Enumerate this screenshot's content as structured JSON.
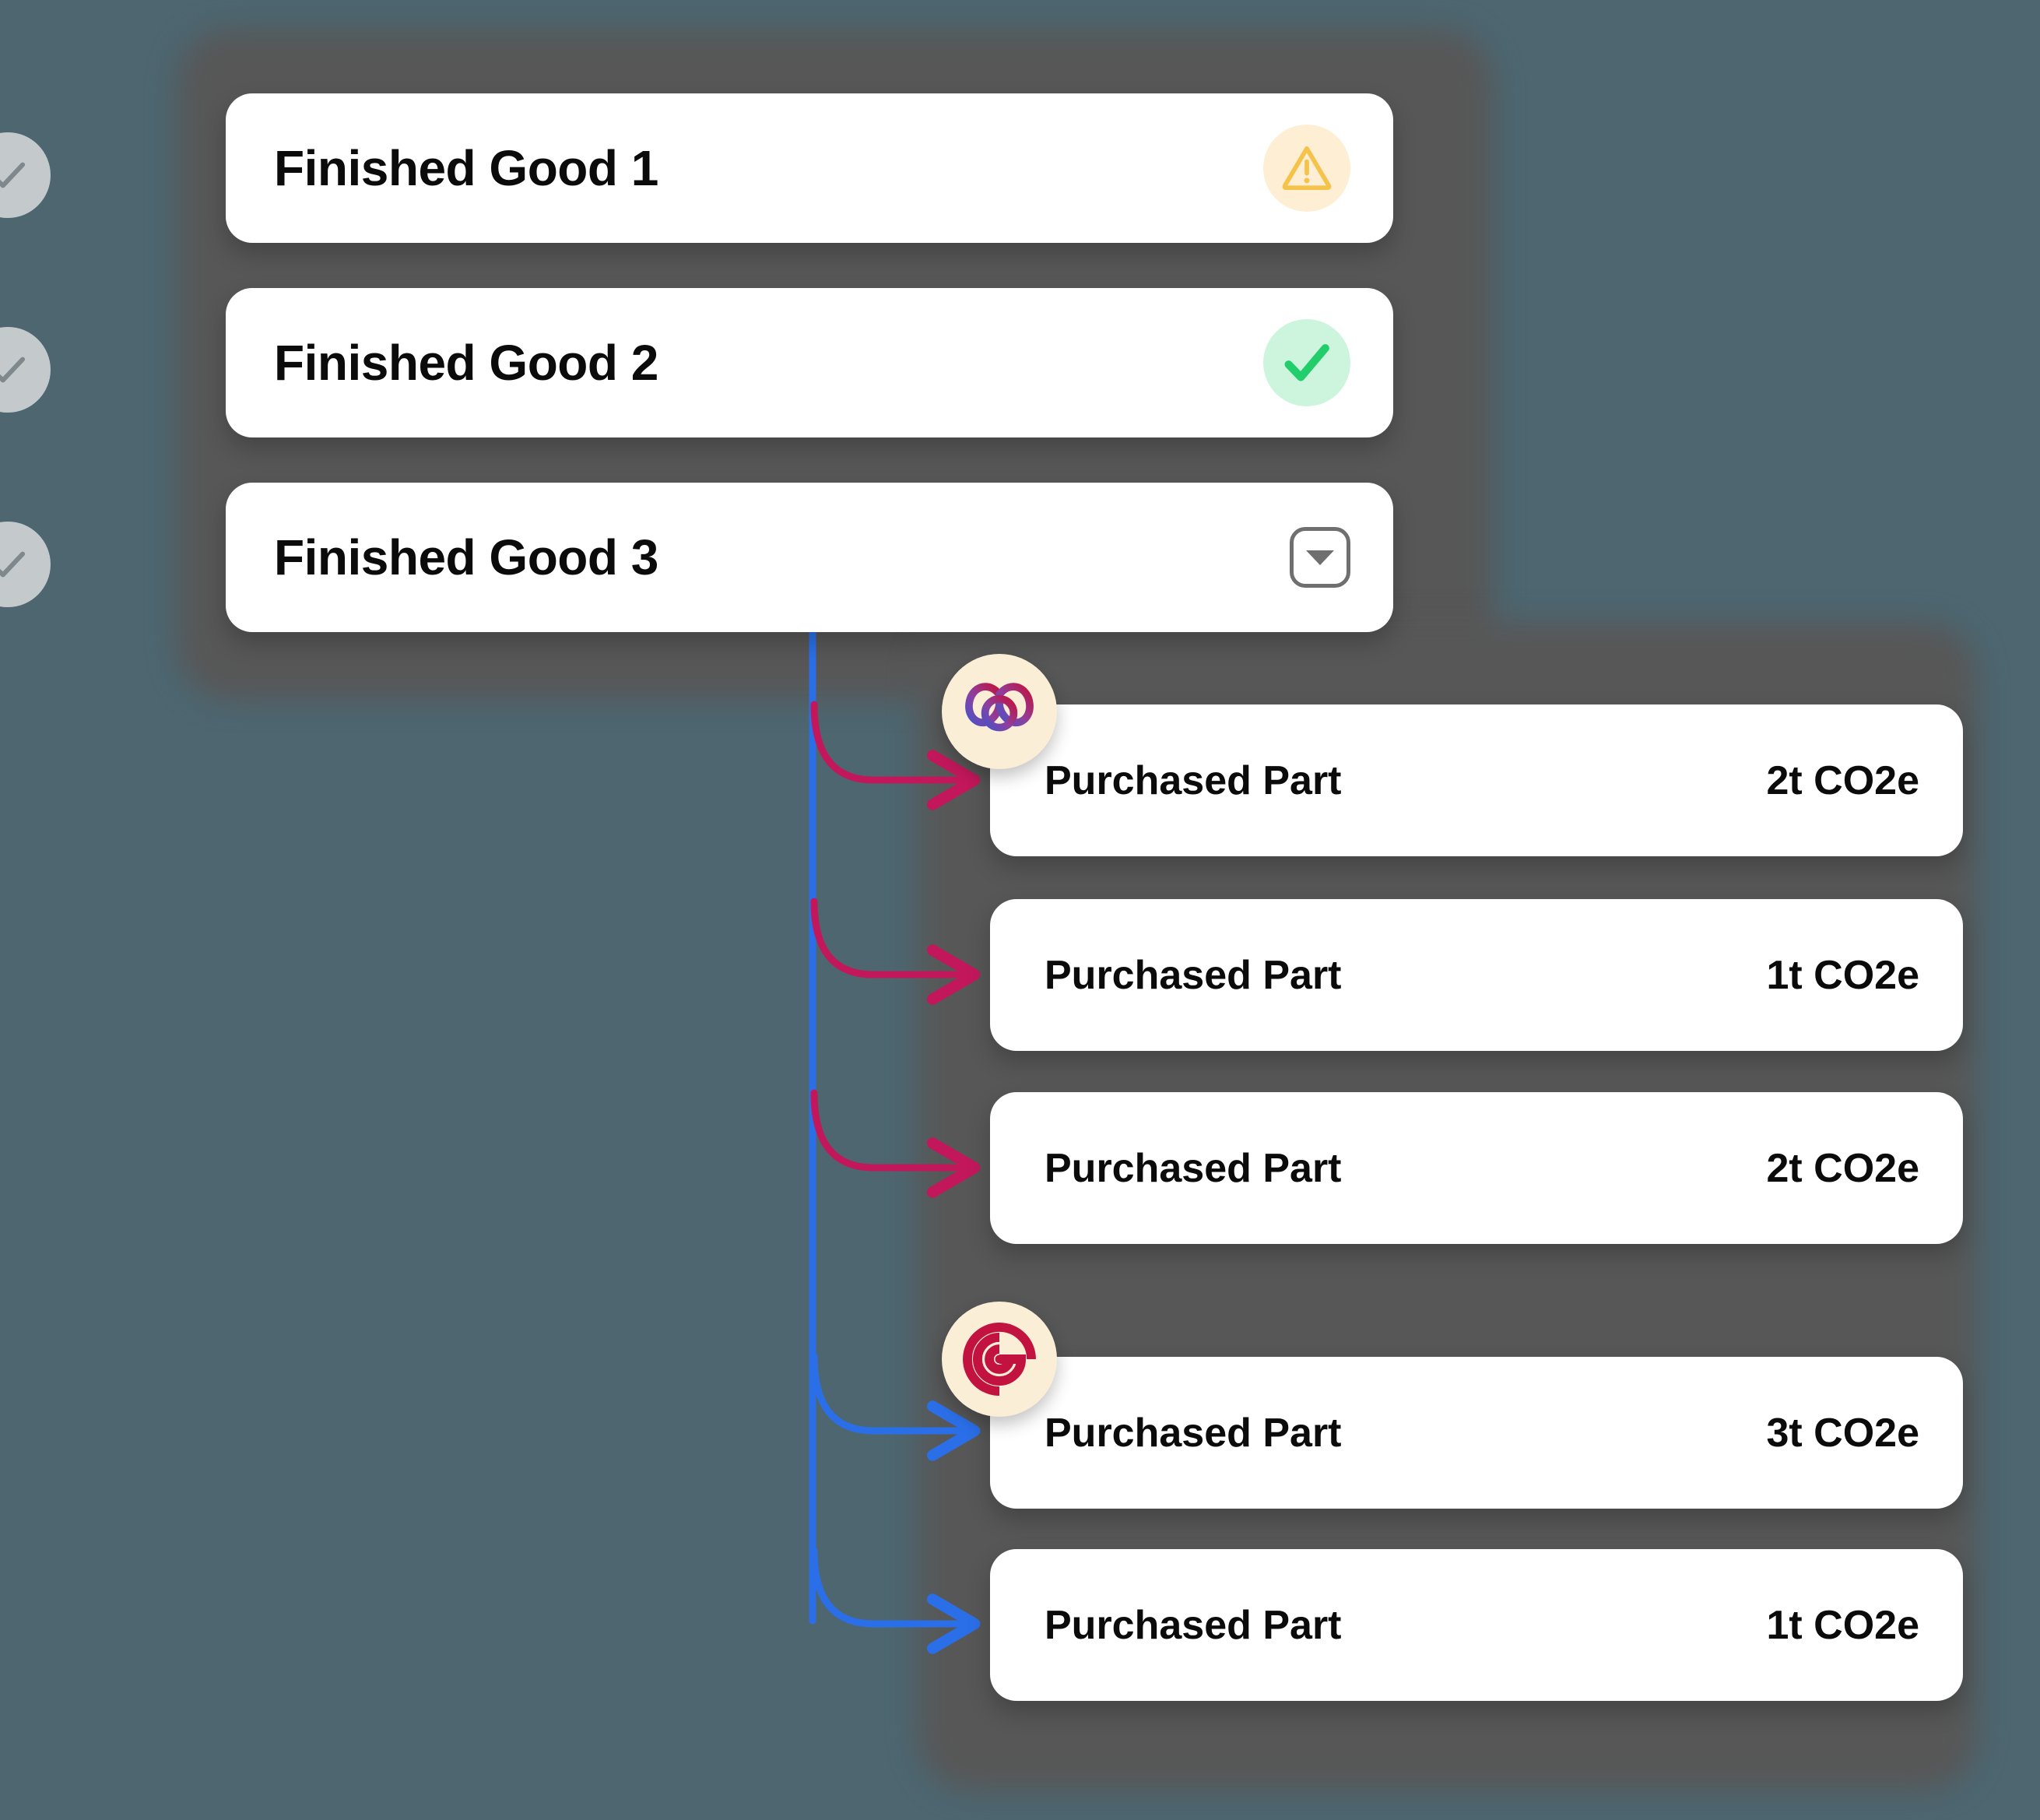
{
  "theme": {
    "background": "#4d6670",
    "panel": "#575757",
    "card": "#ffffff",
    "text": "#0b0b0b",
    "warning_fg": "#f5c24a",
    "warning_bg": "#fdeed4",
    "success_fg": "#21ce6b",
    "success_bg": "#cdf4dd",
    "connector_pink": "#c2185b",
    "connector_blue": "#2b6fe8",
    "rail_gray": "#c4cacc",
    "chip_bg": "#fbeed7",
    "logo_crimson": "#c2123f",
    "logo_purple": "#6a4bc4"
  },
  "progress_rail": {
    "nodes": [
      {
        "icon": "check-icon",
        "state": "complete"
      },
      {
        "icon": "check-icon",
        "state": "complete"
      },
      {
        "icon": "check-icon",
        "state": "complete"
      }
    ]
  },
  "finished_goods": {
    "items": [
      {
        "label": "Finished Good 1",
        "status_icon": "warning-triangle-icon",
        "status": "warning"
      },
      {
        "label": "Finished Good 2",
        "status_icon": "check-icon",
        "status": "success"
      },
      {
        "label": "Finished Good 3",
        "status_icon": "chevron-down-icon",
        "status": "expandable"
      }
    ]
  },
  "purchased_parts": {
    "items": [
      {
        "label": "Purchased Part",
        "value": "2t CO2e",
        "supplier_group": 1
      },
      {
        "label": "Purchased Part",
        "value": "1t CO2e",
        "supplier_group": 1
      },
      {
        "label": "Purchased Part",
        "value": "2t CO2e",
        "supplier_group": 1
      },
      {
        "label": "Purchased Part",
        "value": "3t CO2e",
        "supplier_group": 2
      },
      {
        "label": "Purchased Part",
        "value": "1t CO2e",
        "supplier_group": 2
      }
    ]
  },
  "suppliers": [
    {
      "icon": "interlocking-loops-logo-icon",
      "group": 1
    },
    {
      "icon": "spiral-target-logo-icon",
      "group": 2
    }
  ]
}
